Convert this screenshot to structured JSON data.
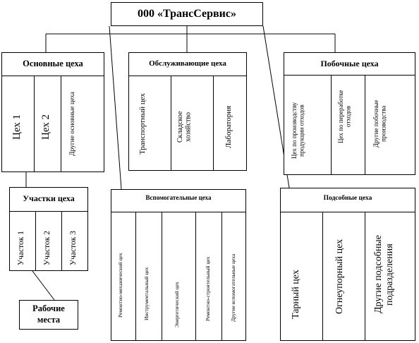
{
  "root": {
    "label": "000 «ТрансСервис»"
  },
  "main_shops": {
    "title": "Основные цеха",
    "items": [
      "Цех 1",
      "Цех 2",
      "Другие основные цеха"
    ]
  },
  "service_shops": {
    "title": "Обслуживающие цеха",
    "items": [
      "Транспортный цех",
      "Складское хозяйство",
      "Лаборатория"
    ]
  },
  "side_shops": {
    "title": "Побочные цеха",
    "items": [
      "Цех по производству продукции отходов",
      "Цех по переработке отходов",
      "Другие побочные производства"
    ]
  },
  "sections": {
    "title": "Участки цеха",
    "items": [
      "Участок 1",
      "Участок 2",
      "Участок 3"
    ]
  },
  "auxiliary_shops": {
    "title": "Вспомогательные цеха",
    "items": [
      "Ремонтно-механический цех",
      "Инструментальный цех",
      "Энергетический цех",
      "Ремонтно-строительный цех",
      "Другие вспомогательные цеха"
    ]
  },
  "subsidiary_shops": {
    "title": "Подсобные цеха",
    "items": [
      "Тарный цех",
      "Огнеупорный цех",
      "Другие подсобные подразделения"
    ]
  },
  "workplaces": {
    "label": "Рабочие места"
  }
}
